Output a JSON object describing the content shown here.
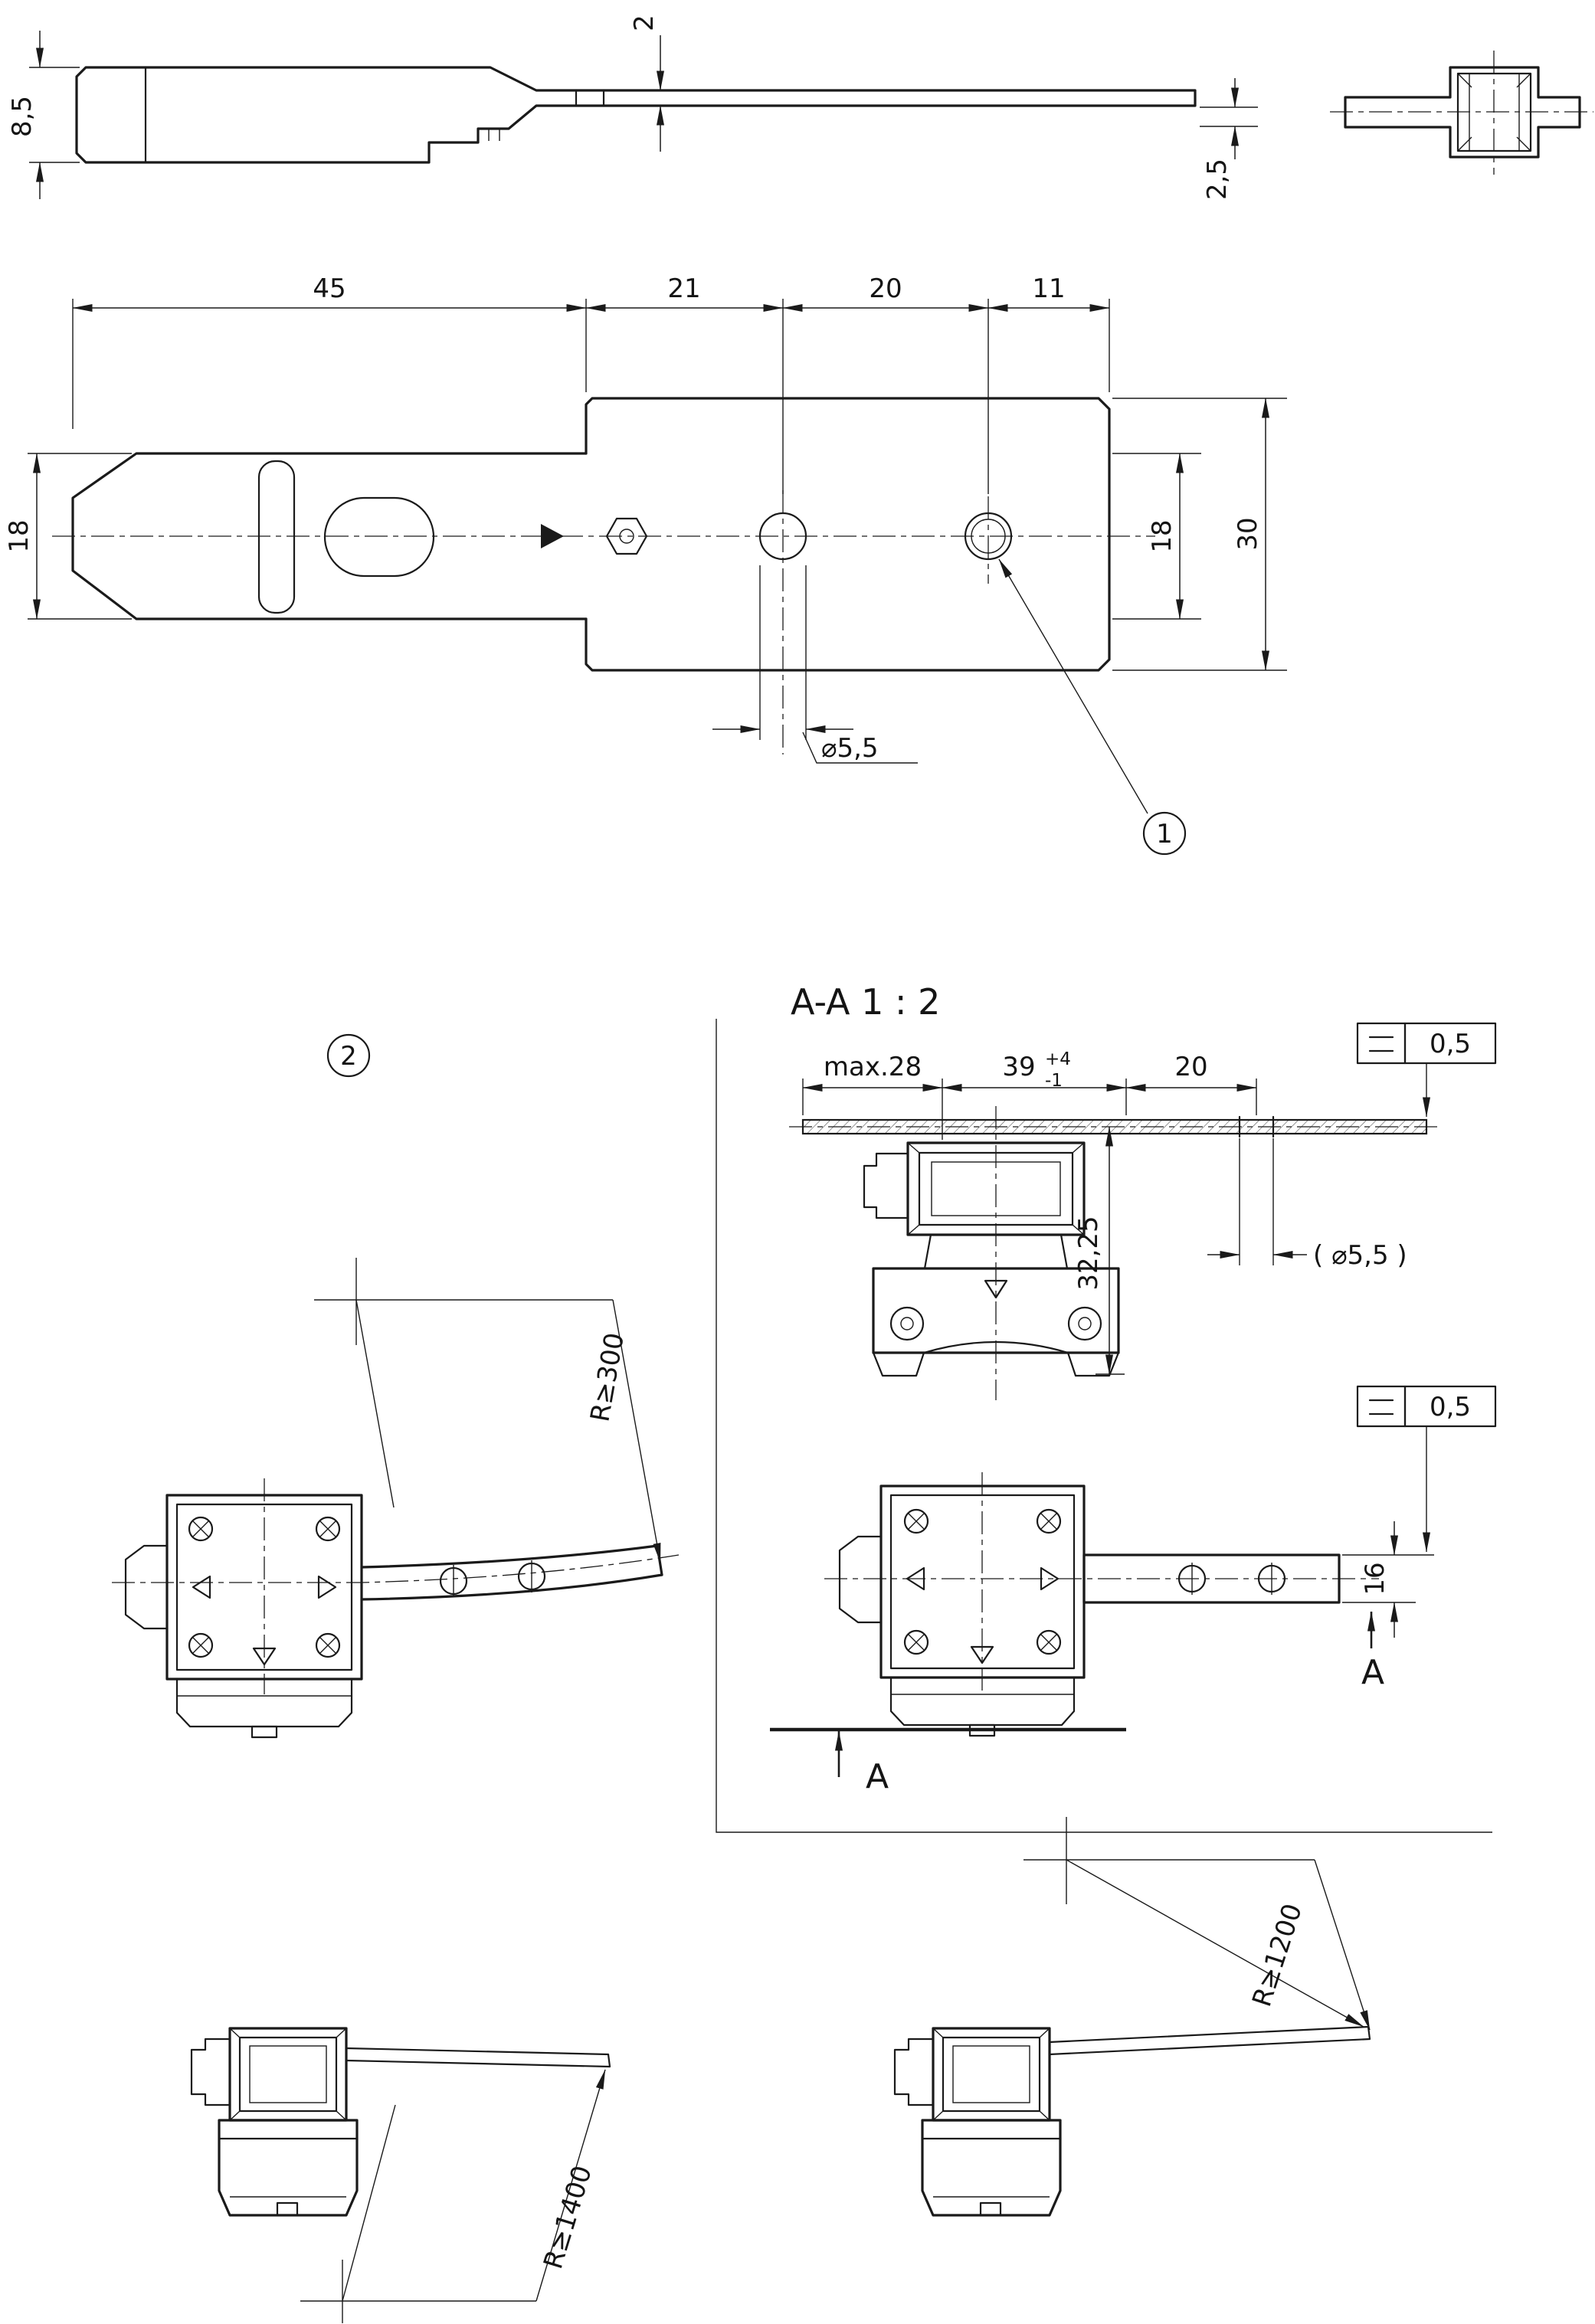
{
  "side_view": {
    "height": "8,5",
    "thickness": "2",
    "end_offset": "2,5"
  },
  "plan_view": {
    "len_head": "45",
    "len_neck": "21",
    "len_hole_pitch": "20",
    "len_end": "11",
    "width_head": "18",
    "width_blade": "18",
    "width_plate": "30",
    "hole_dia": "⌀5,5"
  },
  "callouts": {
    "hole_note": "1",
    "bend_note": "2"
  },
  "section_view": {
    "title": "A-A 1 : 2",
    "dim_protrusion": "max.28",
    "dim_depth": "39",
    "dim_depth_tol_plus": "+4",
    "dim_depth_tol_minus": "-1",
    "dim_hole": "20",
    "dim_height": "32,25",
    "hole_dia_ref": "( ⌀5,5 )",
    "blade_width": "16",
    "cut_label_right": "A",
    "cut_label_bottom": "A"
  },
  "tolerances": {
    "symbol": "parallelism",
    "top_value": "0,5",
    "mid_value": "0,5"
  },
  "bend_radii": {
    "lateral": "R≥300",
    "down": "R≥1400",
    "up": "R≥1200"
  }
}
